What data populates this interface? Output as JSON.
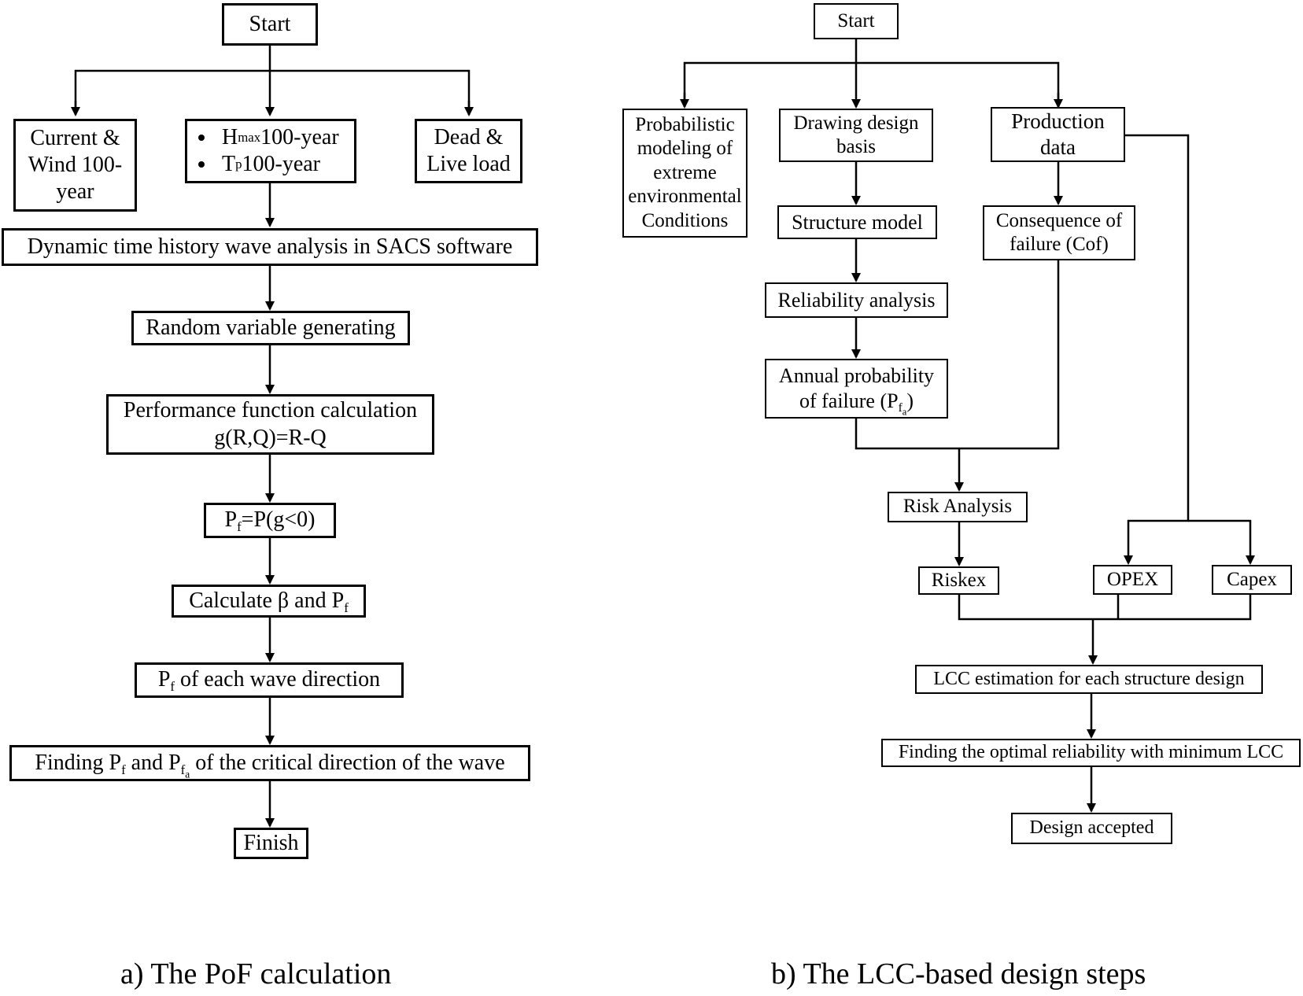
{
  "panel_a": {
    "caption": "a) The PoF calculation",
    "start": "Start",
    "current_wind": [
      "Current &",
      "Wind 100-",
      "year"
    ],
    "hmax": {
      "main": "H",
      "sub": "max",
      "rest": "100-year"
    },
    "tp": {
      "main": "T",
      "sub": "p",
      "rest": "100-year"
    },
    "dead_live": [
      "Dead &",
      "Live load"
    ],
    "dynamic": "Dynamic time history wave analysis in SACS software",
    "random": "Random variable generating",
    "performance": [
      "Performance function calculation",
      "g(R,Q)=R-Q"
    ],
    "pf_eq": {
      "main": "P",
      "sub": "f",
      "rest": "=P(g<0)"
    },
    "calc_beta": {
      "pre": "Calculate β and P",
      "sub": "f"
    },
    "pf_each": {
      "main": "P",
      "sub": "f",
      "rest": " of each wave direction"
    },
    "finding": {
      "pre": "Finding P",
      "sub1": "f",
      "mid": " and P",
      "sub2": "f",
      "sub2b": "a",
      "rest": " of the critical direction of the wave"
    },
    "finish": "Finish"
  },
  "panel_b": {
    "caption": "b) The LCC-based design steps",
    "start": "Start",
    "probabilistic": [
      "Probabilistic",
      "modeling of",
      "extreme",
      "environmental",
      "Conditions"
    ],
    "drawing": [
      "Drawing design",
      "basis"
    ],
    "production": [
      "Production",
      "data"
    ],
    "structure": "Structure model",
    "consequence": [
      "Consequence of",
      "failure (Cof)"
    ],
    "reliability": "Reliability analysis",
    "annual": {
      "line1": "Annual probability",
      "pre": "of failure (P",
      "sub": "f",
      "subsub": "a",
      "post": ")"
    },
    "risk": "Risk Analysis",
    "riskex": "Riskex",
    "opex": "OPEX",
    "capex": "Capex",
    "lcc": "LCC estimation for each structure design",
    "optimal": "Finding the optimal reliability with minimum LCC",
    "accepted": "Design accepted"
  }
}
